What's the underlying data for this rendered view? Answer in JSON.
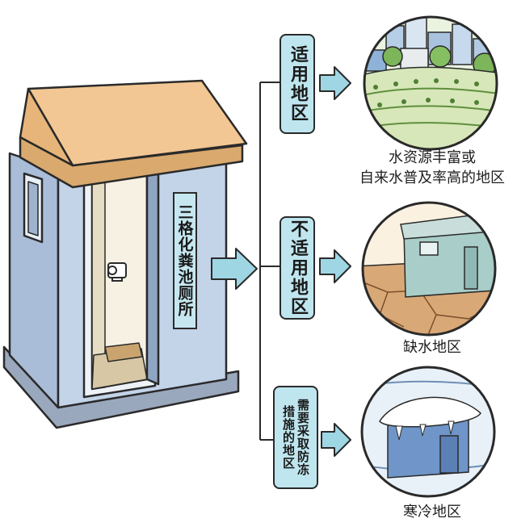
{
  "toilet_sign": "三格化粪池厕所",
  "categories": [
    {
      "tag": "适用地区",
      "caption_lines": [
        "水资源丰富或",
        "自来水普及率高的地区"
      ],
      "scene": "village-farmland"
    },
    {
      "tag": "不适用地区",
      "caption_lines": [
        "缺水地区"
      ],
      "scene": "cracked-dry-ground"
    },
    {
      "tag": "需要采取防冻措施的地区",
      "tag_lines": [
        "需要采取防冻",
        "措施的地区"
      ],
      "caption_lines": [
        "寒冷地区"
      ],
      "scene": "snow-covered-house"
    }
  ],
  "colors": {
    "tag_fill": "#bfe6ef",
    "arrow_fill": "#9fd6e4",
    "roof": "#f2c793",
    "wall": "#b9c9de",
    "outline": "#2a2a2a"
  },
  "icons": [
    "toilet-paper-icon",
    "arrow-right-icon"
  ]
}
